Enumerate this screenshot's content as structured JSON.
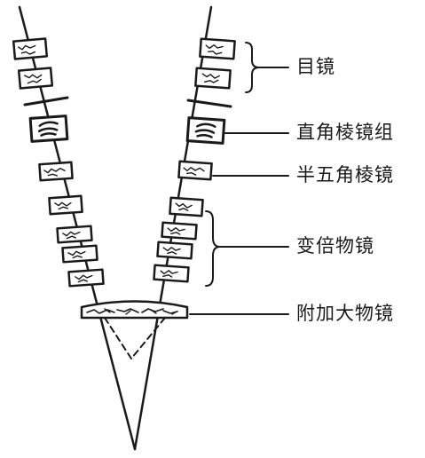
{
  "labels": {
    "eyepiece": "目镜",
    "right_angle_prism_group": "直角棱镜组",
    "half_pentaprism": "半五角棱镜",
    "zoom_objective": "变倍物镜",
    "auxiliary_objective": "附加大物镜"
  },
  "colors": {
    "ink": "#1a1a1a",
    "background": "#ffffff"
  }
}
